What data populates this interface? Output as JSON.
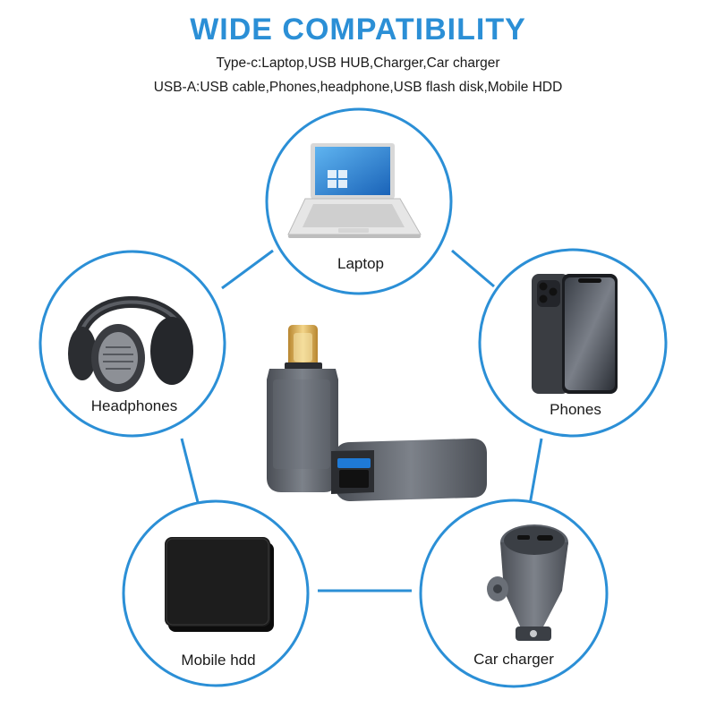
{
  "header": {
    "title": "WIDE COMPATIBILITY",
    "line1": "Type-c:Laptop,USB HUB,Charger,Car charger",
    "line2": "USB-A:USB cable,Phones,headphone,USB flash disk,Mobile HDD"
  },
  "devices": {
    "laptop": "Laptop",
    "headphones": "Headphones",
    "phones": "Phones",
    "mobile_hdd": "Mobile hdd",
    "car_charger": "Car charger"
  },
  "colors": {
    "accent": "#2b8fd6",
    "product": "#5b6068",
    "connector": "#d9a94a"
  },
  "icons": [
    "laptop-icon",
    "headphones-icon",
    "phone-icon",
    "hdd-icon",
    "car-charger-icon",
    "usb-c-adapter-icon"
  ]
}
